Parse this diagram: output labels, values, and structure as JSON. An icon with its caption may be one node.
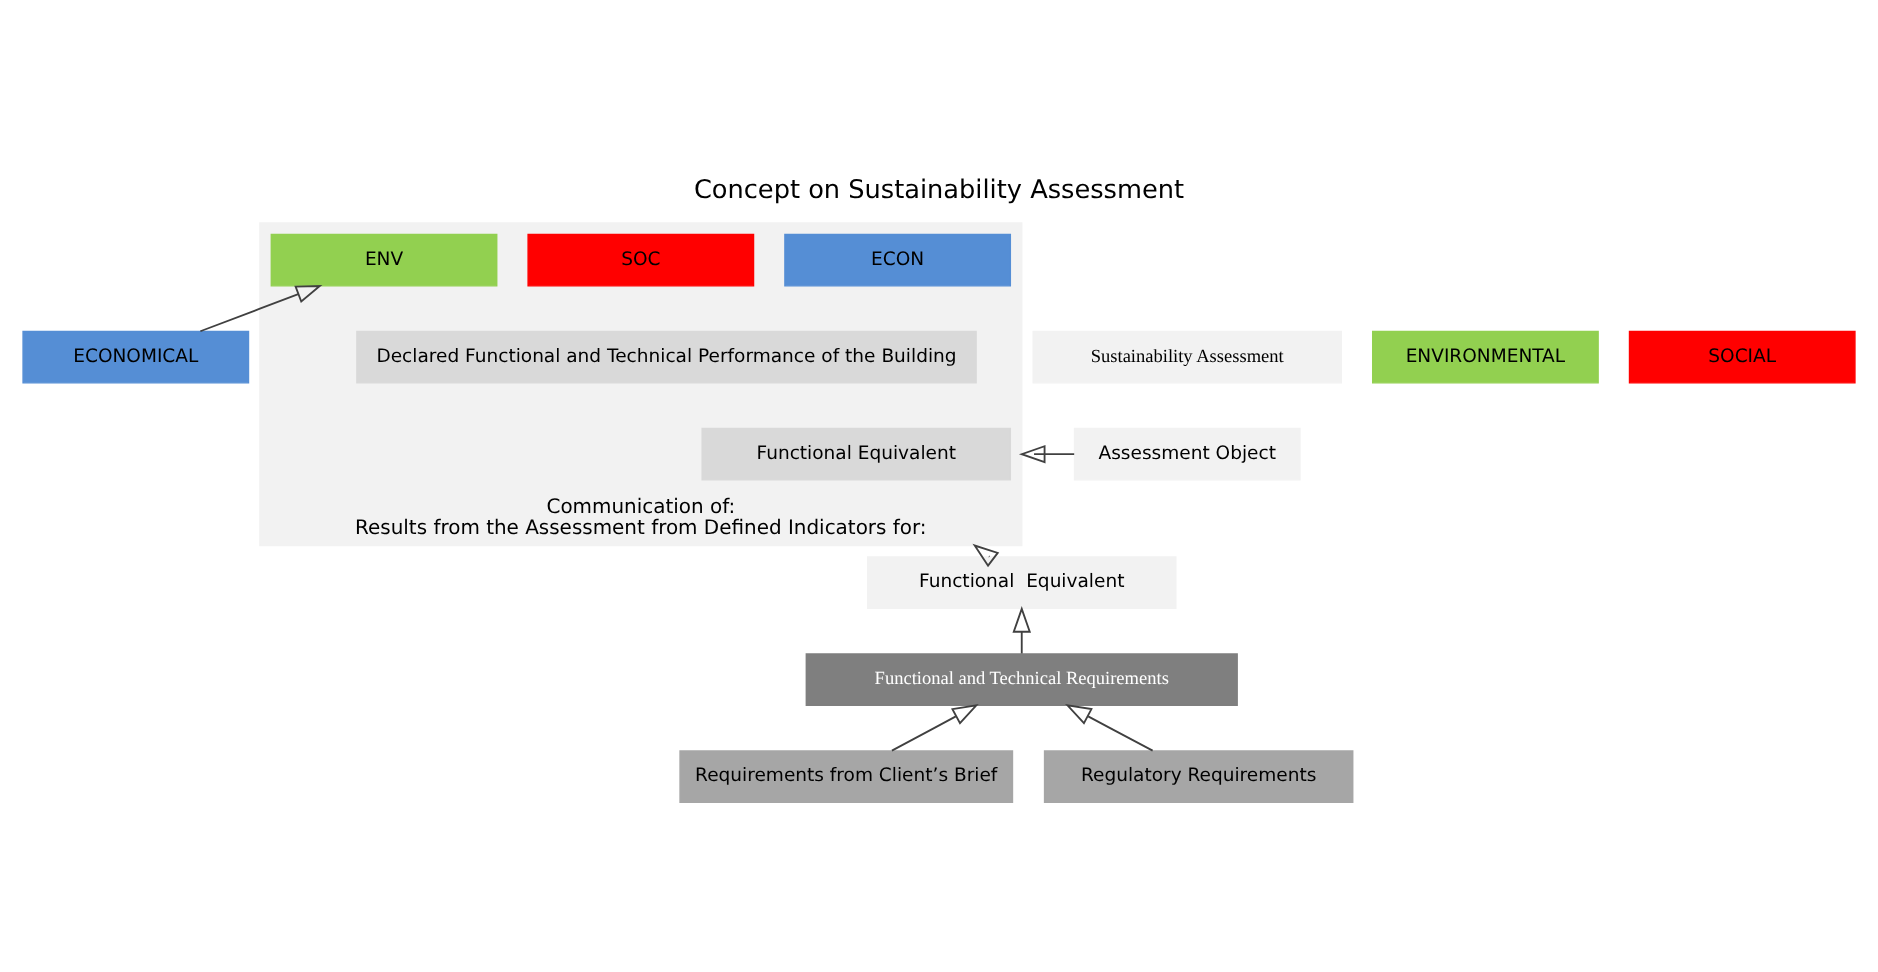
{
  "diagram": {
    "title": "Concept on Sustainability Assessment",
    "nodes": [
      {
        "text": [
          "Sustainability Assessment"
        ]
      },
      {
        "text": [
          "ENVIRONMENTAL"
        ]
      },
      {
        "text": [
          "SOCIAL"
        ]
      },
      {
        "text": [
          "ECONOMICAL"
        ]
      },
      {
        "text": [
          "Assessment Object"
        ]
      },
      {
        "text": [
          "Functional  Equivalent"
        ]
      },
      {
        "text": [
          "Communication of:",
          "Results from the Assessment from Defined Indicators for:"
        ]
      },
      {
        "text": [
          "ENV"
        ],
        "in": 6
      },
      {
        "text": [
          "SOC"
        ],
        "in": 6
      },
      {
        "text": [
          "ECON"
        ],
        "in": 6
      },
      {
        "text": [
          "Declared Functional and Technical Performance of the Building"
        ],
        "in": 6
      },
      {
        "text": [
          "Functional Equivalent"
        ],
        "in": 6
      },
      {
        "text": [
          "Functional and Technical Requirements"
        ]
      },
      {
        "text": [
          "Requirements from Client’s Brief"
        ]
      },
      {
        "text": [
          "Regulatory Requirements"
        ]
      }
    ],
    "edges": [
      {
        "from": 3,
        "to": 7,
        "arrow": "to"
      },
      {
        "from": 4,
        "to": 6,
        "arrow": "to"
      },
      {
        "from": 5,
        "to": 6,
        "arrow": "to"
      },
      {
        "from": 12,
        "to": 5,
        "arrow": "to"
      },
      {
        "from": 13,
        "to": 12,
        "arrow": "to"
      },
      {
        "from": 14,
        "to": 12,
        "arrow": "to"
      }
    ]
  }
}
